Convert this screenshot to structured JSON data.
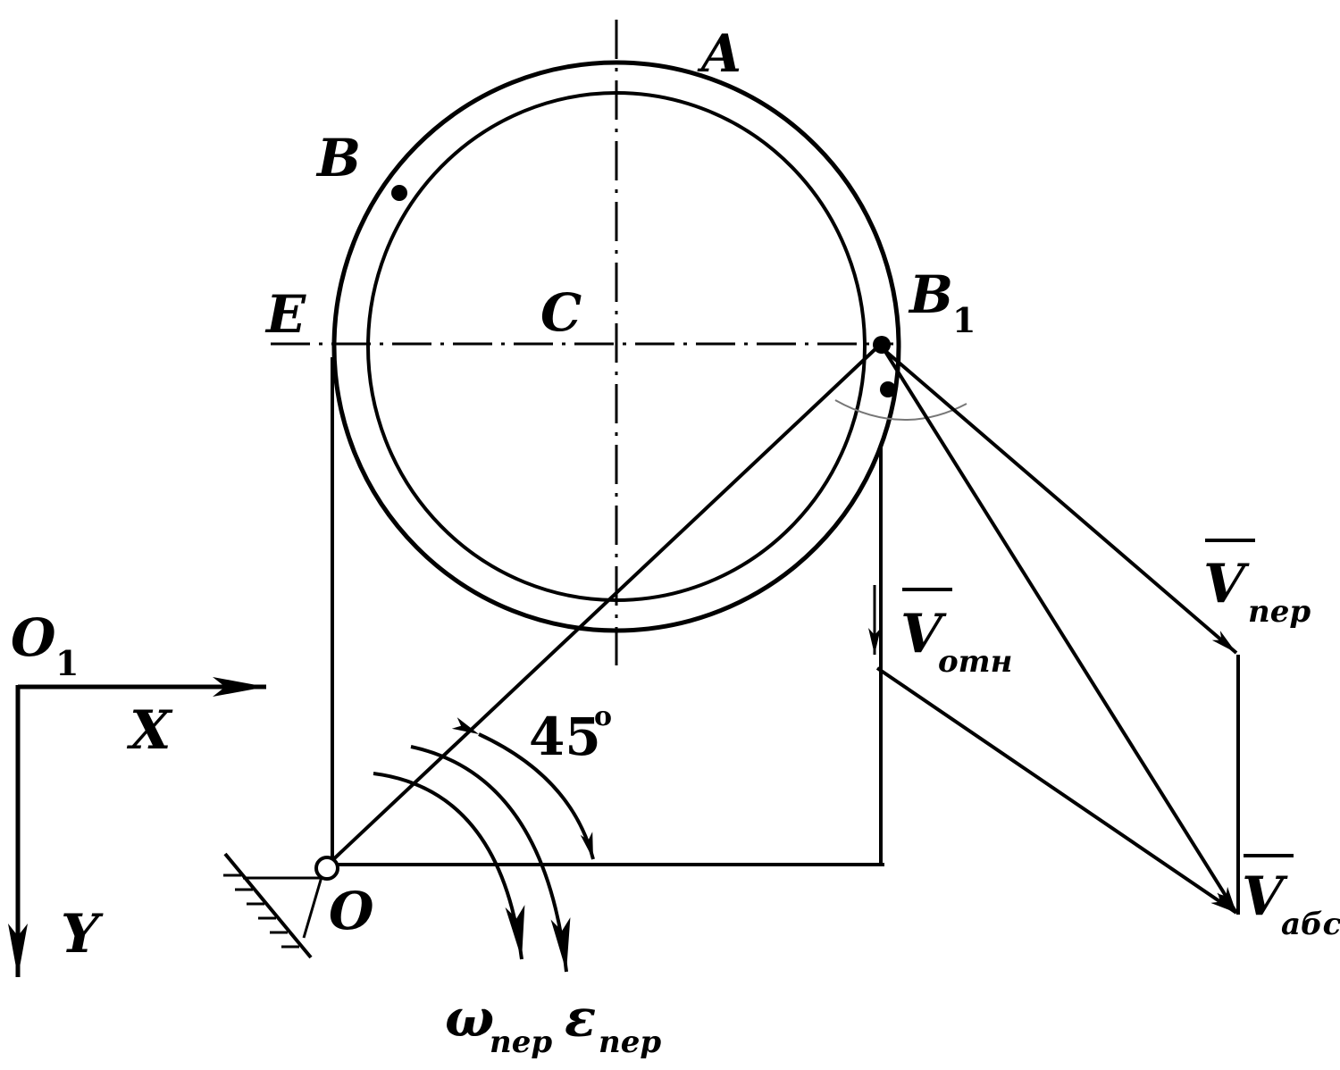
{
  "points": {
    "A": "A",
    "B": "B",
    "E": "E",
    "C": "C",
    "B1_main": "B",
    "B1_sub": "1",
    "O": "O",
    "O1_main": "O",
    "O1_sub": "1"
  },
  "axes": {
    "x": "X",
    "y": "Y"
  },
  "angle": {
    "value": "45",
    "unit": "o"
  },
  "vectors": {
    "v_otn": {
      "main": "V",
      "sub": "отн"
    },
    "v_per": {
      "main": "V",
      "sub": "пер"
    },
    "v_abs": {
      "main": "V",
      "sub": "абс"
    }
  },
  "rotation": {
    "omega": {
      "main": "ω",
      "sub": "пер"
    },
    "epsilon": {
      "main": "ε",
      "sub": "пер"
    }
  },
  "colors": {
    "ink": "#000000",
    "background": "#ffffff"
  }
}
